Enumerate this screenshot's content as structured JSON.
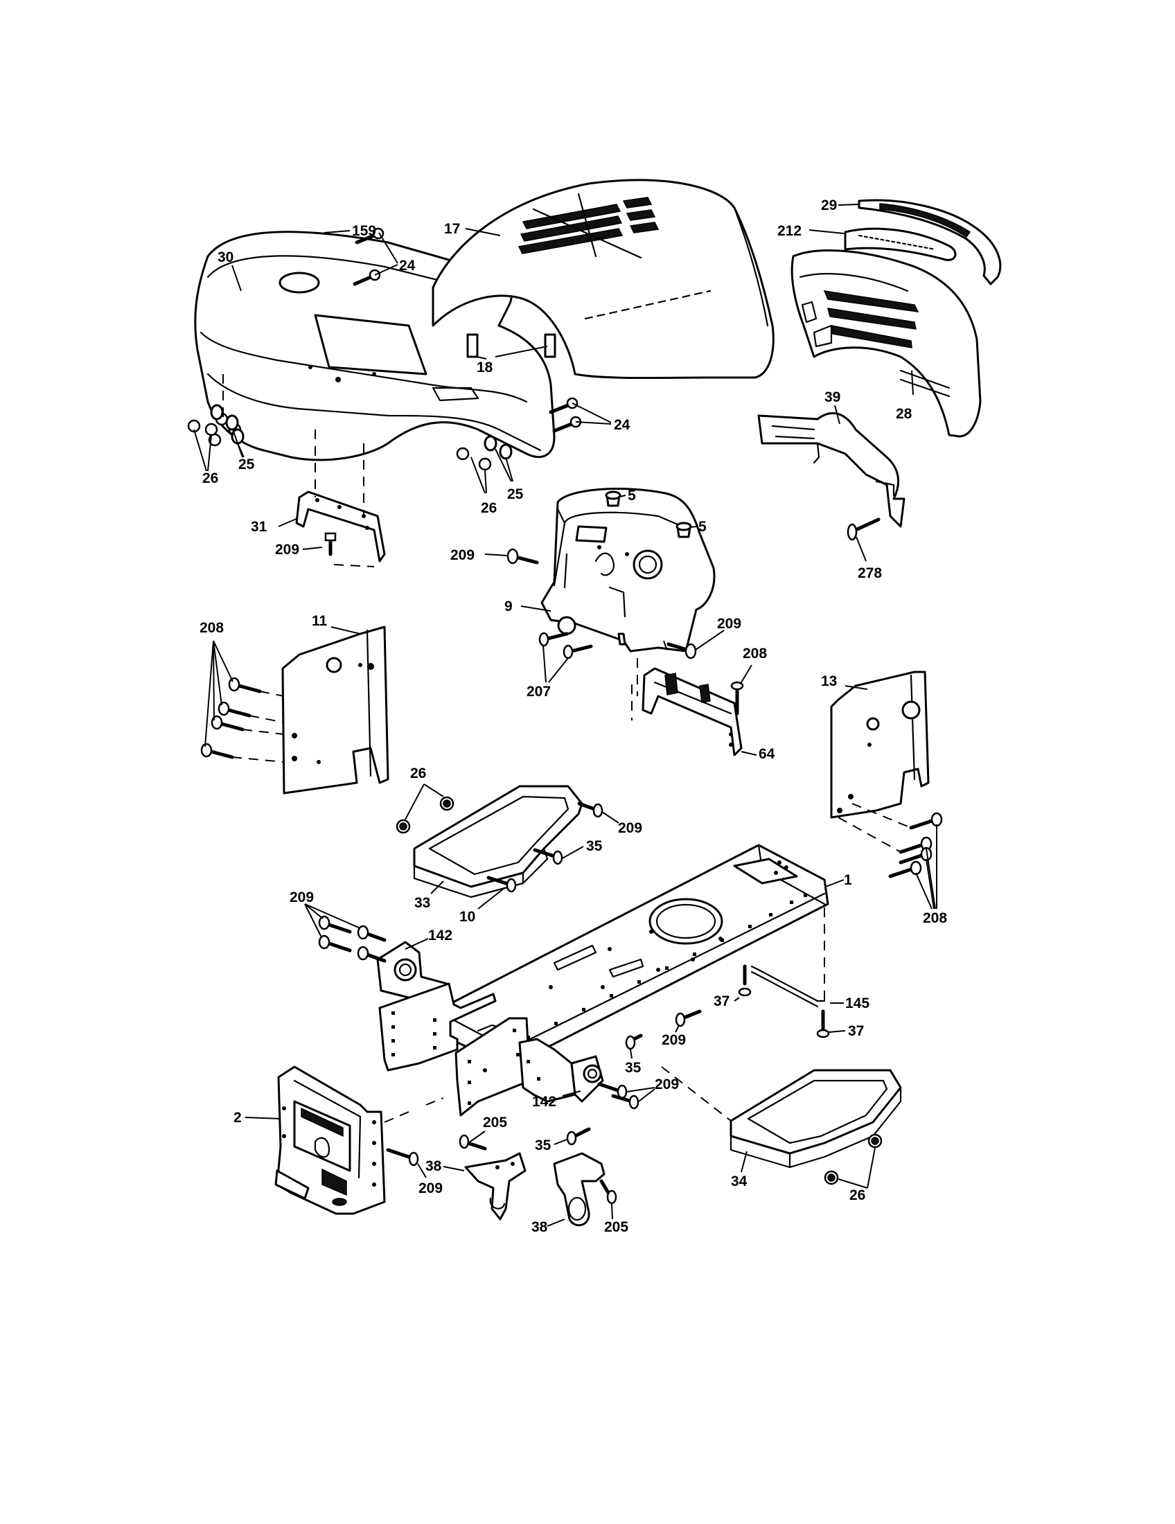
{
  "callouts": {
    "c17": "17",
    "c29": "29",
    "c212": "212",
    "c159": "159",
    "c30": "30",
    "c24a": "24",
    "c18": "18",
    "c28": "28",
    "c24b": "24",
    "c26a": "26",
    "c25a": "25",
    "c26b": "26",
    "c25b": "25",
    "c39": "39",
    "c5a": "5",
    "c5b": "5",
    "c31": "31",
    "c209a": "209",
    "c278": "278",
    "c209b": "209",
    "c9": "9",
    "c209c": "209",
    "c208a": "208",
    "c11": "11",
    "c207": "207",
    "c208b": "208",
    "c13": "13",
    "c64": "64",
    "c26c": "26",
    "c209d": "209",
    "c35a": "35",
    "c33": "33",
    "c10": "10",
    "c1": "1",
    "c209e": "209",
    "c208c": "208",
    "c142a": "142",
    "c37a": "37",
    "c145": "145",
    "c37b": "37",
    "c209f": "209",
    "c35b": "35",
    "c142b": "142",
    "c209g": "209",
    "c2": "2",
    "c205a": "205",
    "c35c": "35",
    "c38a": "38",
    "c34": "34",
    "c209h": "209",
    "c26d": "26",
    "c38b": "38",
    "c205b": "205"
  }
}
